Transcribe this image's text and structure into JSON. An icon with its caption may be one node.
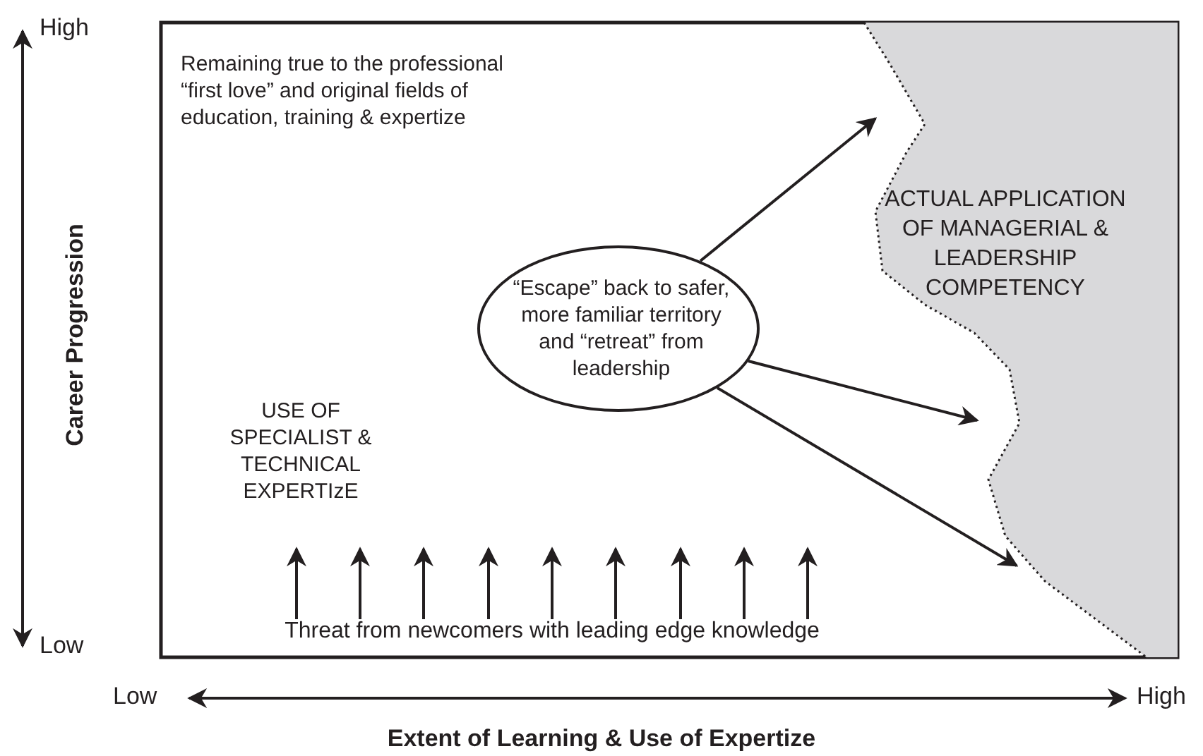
{
  "diagram": {
    "title": "Extent of Learning & Use of Expertize",
    "nodes": [
      {
        "text": [
          "“Escape” back to safer, more familiar territory and “retreat” from leadership"
        ]
      },
      {
        "text": [
          "ACTUAL APPLICATION OF MANAGERIAL & LEADERSHIP COMPETENCY"
        ]
      },
      {
        "text": [
          "Threat from newcomers with leading edge knowledge"
        ]
      }
    ],
    "edges": [
      {
        "from": 0,
        "to": 1,
        "arrow": "to"
      },
      {
        "from": 0,
        "to": 1,
        "arrow": "to"
      },
      {
        "from": 0,
        "to": 1,
        "arrow": "to"
      },
      {
        "from": 2,
        "to": null,
        "arrow": "to"
      },
      {
        "from": 2,
        "to": null,
        "arrow": "to"
      },
      {
        "from": 2,
        "to": null,
        "arrow": "to"
      },
      {
        "from": 2,
        "to": null,
        "arrow": "to"
      },
      {
        "from": 2,
        "to": null,
        "arrow": "to"
      },
      {
        "from": 2,
        "to": null,
        "arrow": "to"
      },
      {
        "from": 2,
        "to": null,
        "arrow": "to"
      },
      {
        "from": 2,
        "to": null,
        "arrow": "to"
      },
      {
        "from": 2,
        "to": null,
        "arrow": "to"
      }
    ],
    "labels": [
      "High",
      "Remaining true to the professional “first love” and original fields of education, training & expertize",
      "Career Progression",
      "USE OF SPECIALIST & TECHNICAL EXPERTIzE",
      "Low",
      "Low",
      "High"
    ]
  }
}
